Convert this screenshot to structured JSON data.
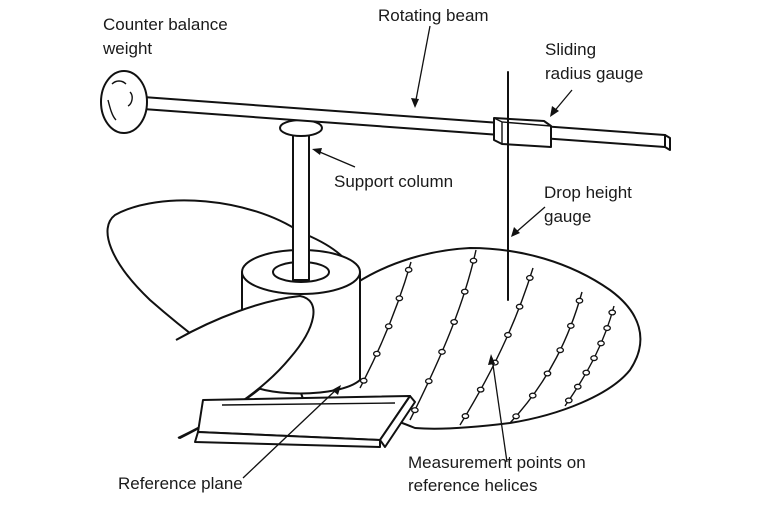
{
  "title": "Propeller pitch measuring device",
  "labels": {
    "counter_balance": [
      "Counter balance",
      "weight"
    ],
    "rotating_beam": "Rotating beam",
    "sliding_radius": [
      "Sliding",
      "radius gauge"
    ],
    "support_column": "Support column",
    "drop_height": [
      "Drop height",
      "gauge"
    ],
    "reference_plane": "Reference plane",
    "measurement_points": [
      "Measurement points on",
      "reference helices"
    ]
  },
  "components": [
    "counter-balance-weight",
    "rotating-beam",
    "sliding-radius-gauge",
    "support-column",
    "drop-height-gauge",
    "propeller-hub",
    "propeller-blade",
    "reference-plane",
    "measurement-points"
  ],
  "helices_count": 5
}
